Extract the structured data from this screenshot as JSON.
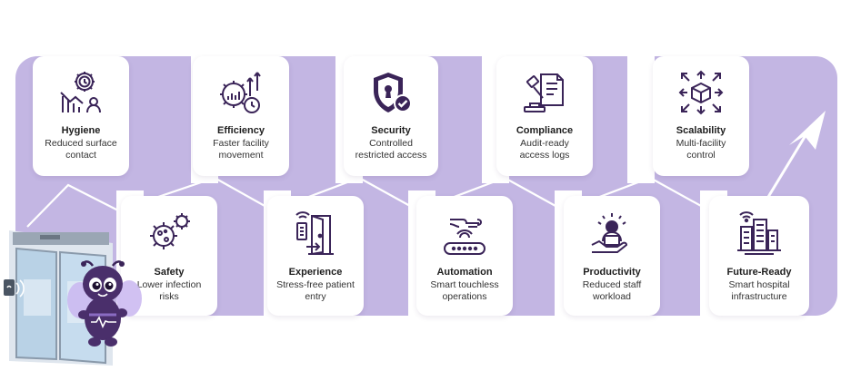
{
  "colors": {
    "band": "#c3b6e3",
    "icon": "#3a2458",
    "accent": "#6b45a8"
  },
  "cards": [
    {
      "id": "hygiene",
      "title": "Hygiene",
      "sub1": "Reduced surface",
      "sub2": "contact",
      "icon": "gear-clock-chart-person-icon"
    },
    {
      "id": "safety",
      "title": "Safety",
      "sub1": "Lower infection",
      "sub2": "risks",
      "icon": "virus-icon"
    },
    {
      "id": "efficiency",
      "title": "Efficiency",
      "sub1": "Faster facility",
      "sub2": "movement",
      "icon": "gear-chart-clock-icon"
    },
    {
      "id": "experience",
      "title": "Experience",
      "sub1": "Stress-free patient",
      "sub2": "entry",
      "icon": "keypad-door-icon"
    },
    {
      "id": "security",
      "title": "Security",
      "sub1": "Controlled",
      "sub2": "restricted access",
      "icon": "shield-lock-check-icon"
    },
    {
      "id": "automation",
      "title": "Automation",
      "sub1": "Smart touchless",
      "sub2": "operations",
      "icon": "hand-sensor-icon"
    },
    {
      "id": "compliance",
      "title": "Compliance",
      "sub1": "Audit-ready",
      "sub2": "access logs",
      "icon": "gavel-document-icon"
    },
    {
      "id": "productivity",
      "title": "Productivity",
      "sub1": "Reduced staff",
      "sub2": "workload",
      "icon": "person-laptop-icon"
    },
    {
      "id": "scalability",
      "title": "Scalability",
      "sub1": "Multi-facility",
      "sub2": "control",
      "icon": "cube-arrows-icon"
    },
    {
      "id": "future",
      "title": "Future-Ready",
      "sub1": "Smart hospital",
      "sub2": "infrastructure",
      "icon": "smart-buildings-icon"
    }
  ]
}
